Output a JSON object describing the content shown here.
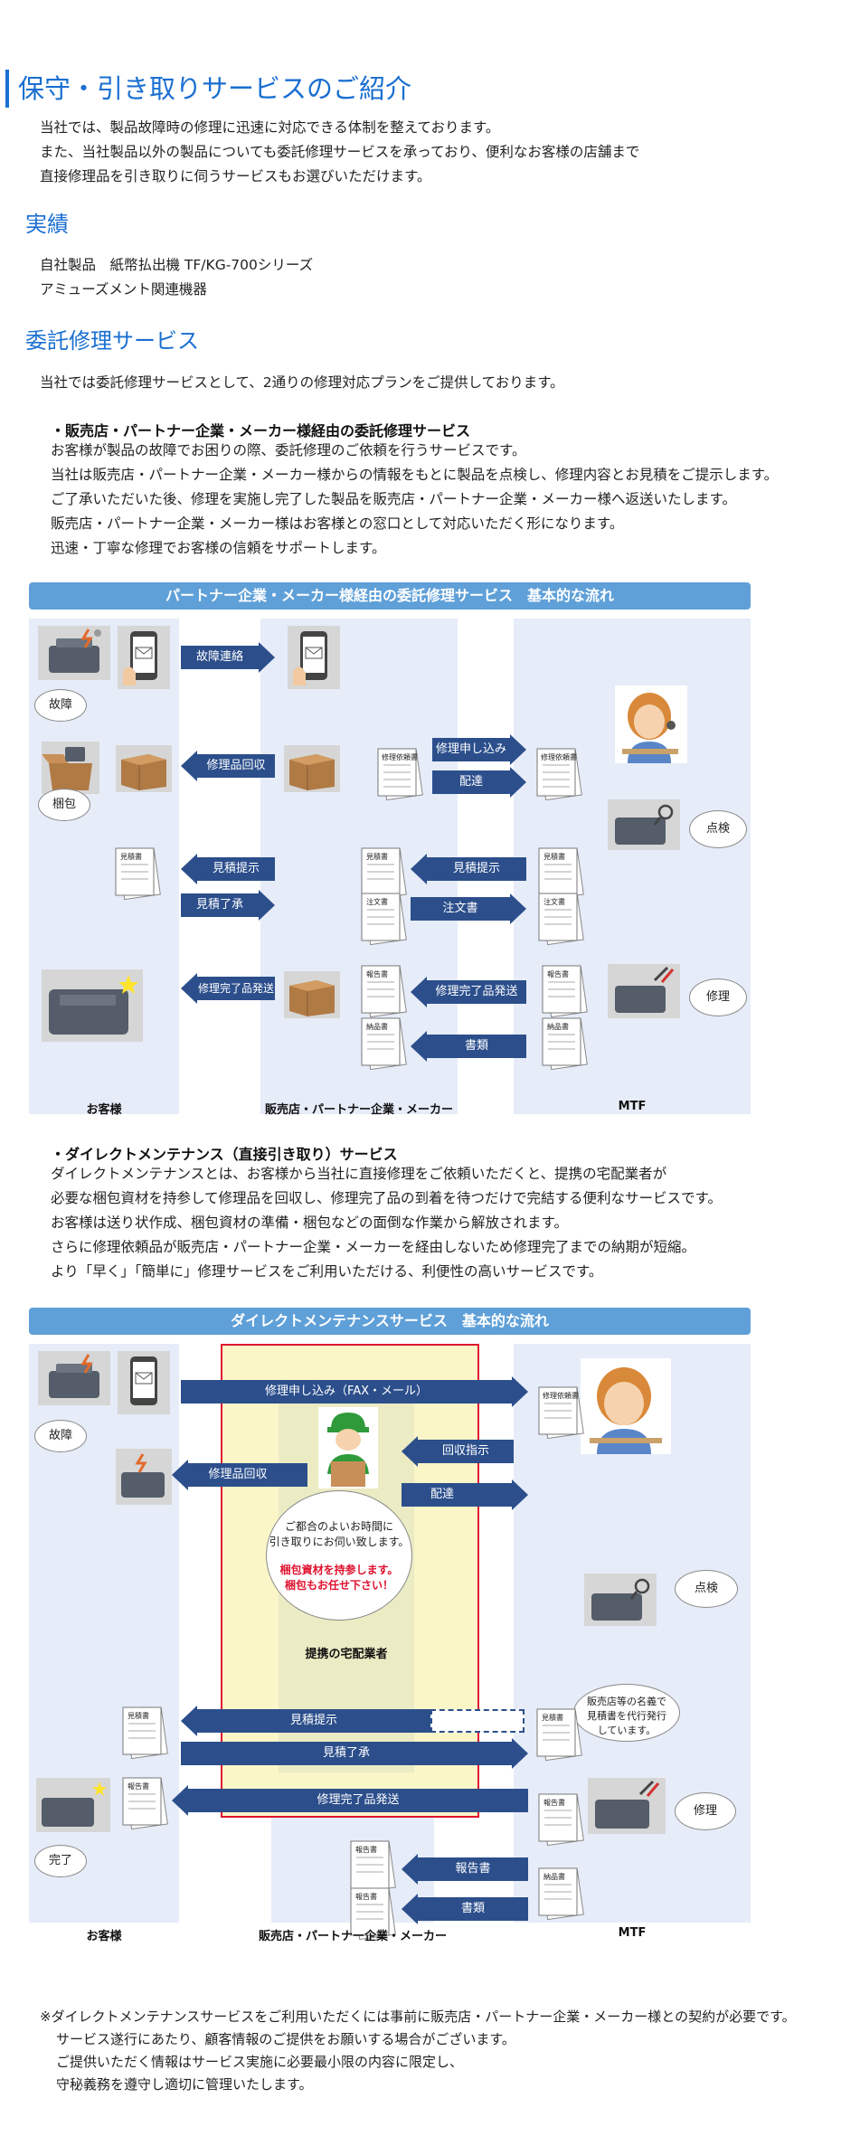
{
  "page_title": "保守・引き取りサービスのご紹介",
  "intro": [
    "当社では、製品故障時の修理に迅速に対応できる体制を整えております。",
    "また、当社製品以外の製品についても委託修理サービスを承っており、便利なお客様の店舗まで",
    "直接修理品を引き取りに伺うサービスもお選びいただけます。"
  ],
  "results": {
    "heading": "実績",
    "lines": [
      "自社製品　紙幣払出機 TF/KG-700シリーズ",
      "アミューズメント関連機器"
    ]
  },
  "service": {
    "heading": "委託修理サービス",
    "lead": "当社では委託修理サービスとして、2通りの修理対応プランをご提供しております。",
    "plan1": {
      "title": "・販売店・パートナー企業・メーカー様経由の委託修理サービス",
      "lines": [
        "お客様が製品の故障でお困りの際、委託修理のご依頼を行うサービスです。",
        "当社は販売店・パートナー企業・メーカー様からの情報をもとに製品を点検し、修理内容とお見積をご提示します。",
        "ご了承いただいた後、修理を実施し完了した製品を販売店・パートナー企業・メーカー様へ返送いたします。",
        "販売店・パートナー企業・メーカー様はお客様との窓口として対応いただく形になります。",
        "迅速・丁寧な修理でお客様の信頼をサポートします。"
      ]
    },
    "plan2": {
      "title": "・ダイレクトメンテナンス（直接引き取り）サービス",
      "lines": [
        "ダイレクトメンテナンスとは、お客様から当社に直接修理をご依頼いただくと、提携の宅配業者が",
        "必要な梱包資材を持参して修理品を回収し、修理完了品の到着を待つだけで完結する便利なサービスです。",
        "お客様は送り状作成、梱包資材の準備・梱包などの面倒な作業から解放されます。",
        "さらに修理依頼品が販売店・パートナー企業・メーカーを経由しないため修理完了までの納期が短縮。",
        "より「早く」「簡単に」修理サービスをご利用いただける、利便性の高いサービスです。"
      ]
    }
  },
  "flow1": {
    "header": "パートナー企業・メーカー様経由の委託修理サービス　基本的な流れ",
    "columns": [
      "お客様",
      "販売店・パートナー企業・メーカー",
      "MTF"
    ],
    "arrows": {
      "a1": "故障連絡",
      "a2": "修理品回収",
      "a3": "修理申し込み",
      "a4": "配達",
      "a5": "見積提示",
      "a6": "見積提示",
      "a7": "見積了承",
      "a8": "注文書",
      "a9": "修理完了品発送",
      "a10": "修理完了品発送",
      "a11": "書類"
    },
    "bubbles": {
      "broken": "故障",
      "pack": "梱包",
      "inspect": "点検",
      "repair": "修理"
    },
    "docs": {
      "estimate": "見積書",
      "order": "注文書",
      "report": "報告書",
      "delivery": "納品書",
      "request": "修理依頼書"
    }
  },
  "flow2": {
    "header": "ダイレクトメンテナンスサービス　基本的な流れ",
    "columns": [
      "お客様",
      "販売店・パートナー企業・メーカー",
      "MTF"
    ],
    "courier_label": "提携の宅配業者",
    "arrows": {
      "b1": "修理申し込み（FAX・メール）",
      "b2": "回収指示",
      "b3": "修理品回収",
      "b4": "配達",
      "b5": "見積提示",
      "b6": "見積了承",
      "b7": "修理完了品発送",
      "b8": "報告書",
      "b9": "書類"
    },
    "bubbles": {
      "broken": "故障",
      "inspect": "点検",
      "repair": "修理",
      "done": "完了"
    },
    "courier_bubble": {
      "line1": "ご都合のよいお時間に",
      "line2": "引き取りにお伺い致します。",
      "red1": "梱包資材を持参します。",
      "red2": "梱包もお任せ下さい！"
    },
    "proxy_bubble": {
      "line1": "販売店等の名義で",
      "line2": "見積書を代行発行",
      "line3": "しています。"
    }
  },
  "notes": [
    "※ダイレクトメンテナンスサービスをご利用いただくには事前に販売店・パートナー企業・メーカー様との契約が必要です。",
    "サービス遂行にあたり、顧客情報のご提供をお願いする場合がございます。",
    "ご提供いただく情報はサービス実施に必要最小限の内容に限定し、",
    "守秘義務を遵守し適切に管理いたします。"
  ],
  "colors": {
    "accent": "#1a6fd1",
    "arrow": "#2c4f8c",
    "flow_header": "#5fa0d8",
    "column": "#e6ecf8",
    "courier": "#fbf6c8",
    "alert": "#e0102e"
  }
}
